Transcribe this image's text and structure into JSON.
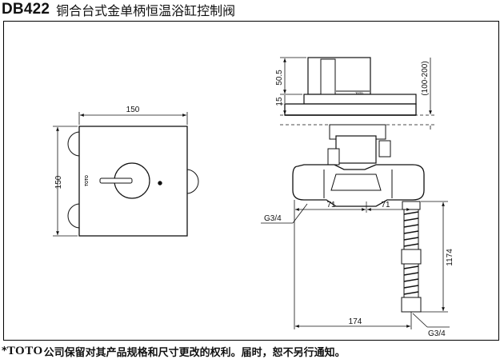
{
  "header": {
    "model": "DB422",
    "product_name": "铜合台式金单柄恒温浴缸控制阀"
  },
  "front_view": {
    "width_label": "150",
    "height_label": "150",
    "brand_mark": "TOTO"
  },
  "side_view": {
    "dim_handle": "50.5",
    "dim_plate": "15",
    "dim_range": "(100-200)",
    "dim_left": "71",
    "dim_right": "71",
    "dim_hose": "1174",
    "dim_total": "174",
    "thread_left": "G3/4",
    "thread_bottom": "G3/4",
    "handle_brand": "TOTO"
  },
  "footer": {
    "asterisk": "*",
    "brand": "TOTO",
    "notice": "公司保留对其产品规格和尺寸更改的权利。届时，恕不另行通知。"
  }
}
